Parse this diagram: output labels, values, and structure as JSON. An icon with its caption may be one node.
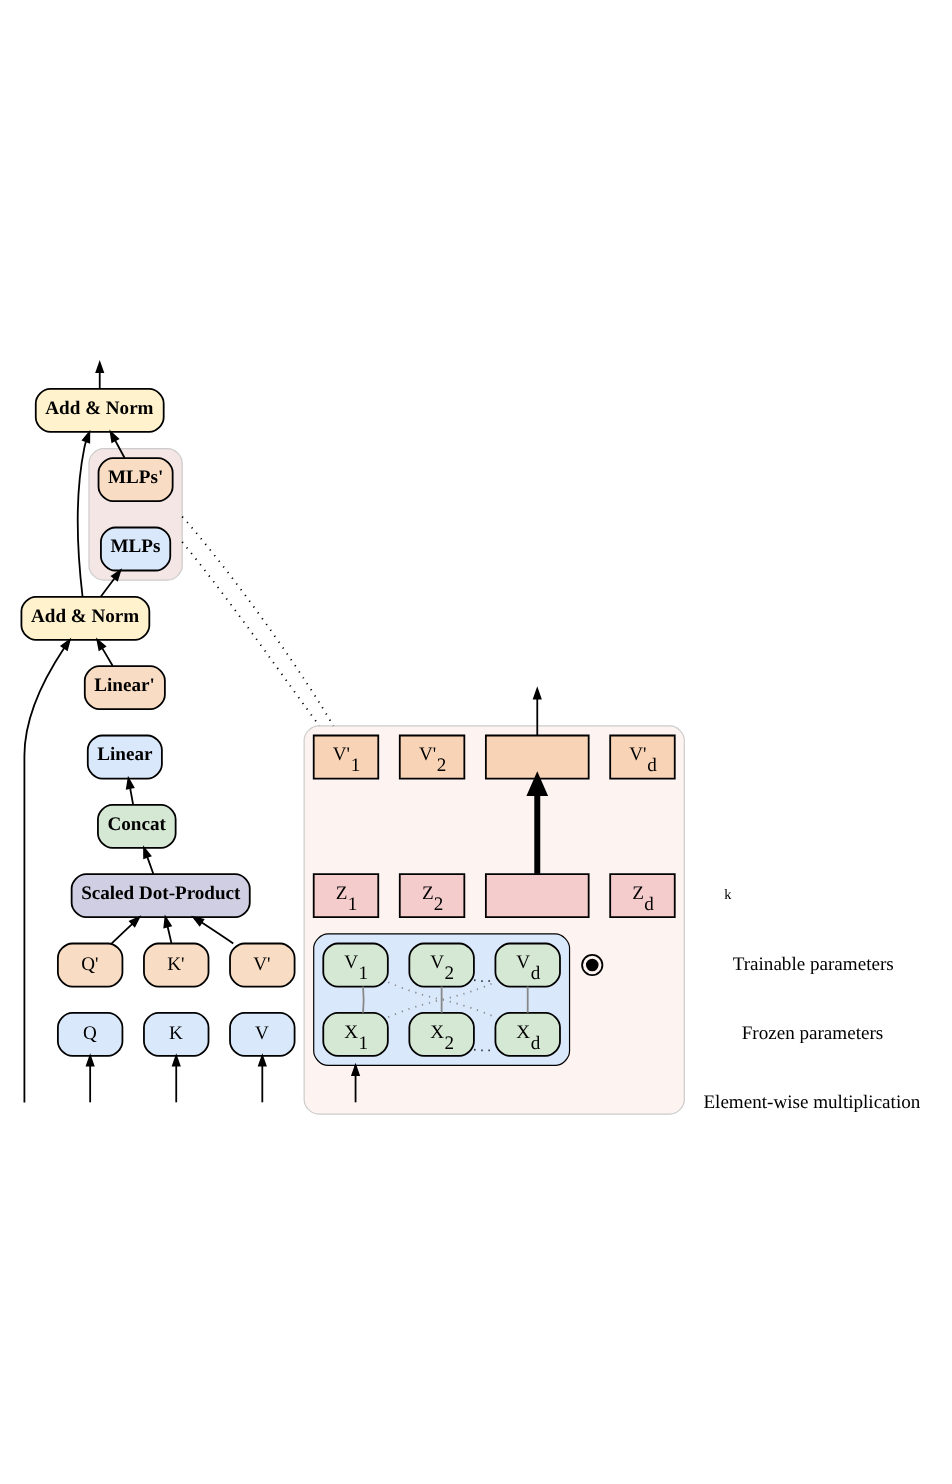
{
  "diagram": {
    "nodes": [
      {
        "text": [
          "Add & Norm"
        ]
      },
      {
        "text": [],
        "shape": "box"
      },
      {
        "text": [
          "MLPs'"
        ],
        "in": 1
      },
      {
        "text": [
          "MLPs"
        ],
        "in": 1
      },
      {
        "text": [
          "Add & Norm"
        ]
      },
      {
        "text": [
          "Linear'"
        ]
      },
      {
        "text": [
          "Linear"
        ]
      },
      {
        "text": [
          "Concat"
        ]
      },
      {
        "text": [
          "Scaled Dot-Product"
        ]
      },
      {
        "text": [
          "Q'"
        ]
      },
      {
        "text": [
          "Q"
        ]
      },
      {
        "text": [
          "K'"
        ]
      },
      {
        "text": [
          "K"
        ]
      },
      {
        "text": [
          "V'"
        ]
      },
      {
        "text": [
          "V"
        ]
      },
      {
        "text": [],
        "shape": "box"
      },
      {
        "text": [
          "V'$_{1}$"
        ],
        "in": 15
      },
      {
        "text": [
          "V'$_{2}$"
        ],
        "in": 15
      },
      {
        "text": [],
        "shape": "box",
        "in": 15
      },
      {
        "text": [
          "V'$_{d}$"
        ],
        "in": 15
      },
      {
        "text": [
          "Z$_{1}$"
        ],
        "in": 15
      },
      {
        "text": [
          "Z$_{2}$"
        ],
        "in": 15
      },
      {
        "text": [],
        "shape": "box",
        "in": 15
      },
      {
        "text": [
          "Z$_{d}$"
        ],
        "in": 15
      },
      {
        "text": [],
        "shape": "circle",
        "in": 15
      },
      {
        "text": [],
        "shape": "box",
        "in": 15
      },
      {
        "text": [
          "V$_{1}$"
        ],
        "in": 25
      },
      {
        "text": [
          "V$_{2}$"
        ],
        "in": 25
      },
      {
        "text": [
          "V$_{d}$"
        ],
        "in": 25
      },
      {
        "text": [
          "X$_{1}$"
        ],
        "in": 25
      },
      {
        "text": [
          "X$_{2}$"
        ],
        "in": 25
      },
      {
        "text": [
          "X$_{d}$"
        ],
        "in": 25
      }
    ],
    "edges": [
      {
        "from": 0,
        "to": null,
        "arrow": "to"
      },
      {
        "from": 2,
        "to": 0,
        "arrow": "to"
      },
      {
        "from": 4,
        "to": 0,
        "arrow": "to"
      },
      {
        "from": 4,
        "to": 3,
        "arrow": "to"
      },
      {
        "from": null,
        "to": 4,
        "arrow": "to"
      },
      {
        "from": 5,
        "to": 4,
        "arrow": "to"
      },
      {
        "from": 7,
        "to": 6,
        "arrow": "to"
      },
      {
        "from": 8,
        "to": 7,
        "arrow": "to"
      },
      {
        "from": 9,
        "to": 8,
        "arrow": "to"
      },
      {
        "from": 11,
        "to": 8,
        "arrow": "to"
      },
      {
        "from": 13,
        "to": 8,
        "arrow": "to"
      },
      {
        "from": null,
        "to": 10,
        "arrow": "to"
      },
      {
        "from": null,
        "to": 12,
        "arrow": "to"
      },
      {
        "from": null,
        "to": 14,
        "arrow": "to"
      },
      {
        "from": 1,
        "to": 15,
        "arrow": "none",
        "style": "dashed"
      },
      {
        "from": 1,
        "to": 15,
        "arrow": "none",
        "style": "dashed"
      },
      {
        "from": 15,
        "to": 25,
        "arrow": "to"
      },
      {
        "from": 22,
        "to": 18,
        "arrow": "to",
        "style": "thick"
      },
      {
        "from": 18,
        "to": null,
        "arrow": "to"
      },
      {
        "from": 26,
        "to": 29,
        "arrow": "none",
        "color": "#888888"
      },
      {
        "from": 27,
        "to": 30,
        "arrow": "none",
        "color": "#888888"
      },
      {
        "from": 28,
        "to": 31,
        "arrow": "none",
        "color": "#888888"
      },
      {
        "from": 26,
        "to": 31,
        "arrow": "none",
        "style": "dashed",
        "color": "#888888"
      },
      {
        "from": 29,
        "to": 28,
        "arrow": "none",
        "style": "dashed",
        "color": "#888888"
      },
      {
        "from": 27,
        "to": 28,
        "arrow": "none",
        "style": "dashed"
      },
      {
        "from": 30,
        "to": 31,
        "arrow": "none",
        "style": "dashed"
      }
    ],
    "labels": [
      "k"
    ],
    "legend": [
      {
        "text": "Trainable parameters"
      },
      {
        "text": "Frozen parameters"
      },
      {
        "text": "Element-wise multiplication"
      }
    ]
  }
}
